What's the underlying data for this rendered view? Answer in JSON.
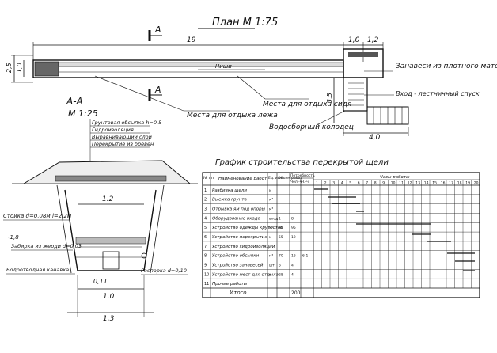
{
  "plan": {
    "title": "План М 1:75",
    "section_marker": "А",
    "dims": {
      "total_length": "19",
      "d_right1": "1,0",
      "d_right2": "1,2",
      "d_height1": "2,5",
      "d_height2": "1,0",
      "d_vertical": "3,5",
      "d_bottom": "4,0"
    },
    "niche_label": "Ниши",
    "callouts": {
      "curtains": "Занавеси из плотного материала",
      "entrance": "Вход - лестничный спуск",
      "lying_rest": "Места для отдыха лежа",
      "sitting_rest": "Места для отдыха сидя",
      "water_well": "Водосборный колодец"
    }
  },
  "section": {
    "title": "А-А",
    "scale": "М 1:25",
    "layers": [
      "Грунтовая обсыпка h=0.5",
      "Гидроизоляция",
      "Выравнивающий слой",
      "Перекрытие из бревен"
    ],
    "dims": {
      "top_width": "1.2",
      "mid_width": "1.0",
      "base_width": "1,3",
      "small": "0,11"
    },
    "labels": {
      "post": "Стойка d=0,08м l=2,2м",
      "level": "-1,8",
      "pole_fill": "Забирка из жерди d=0,03",
      "drain": "Водоотводная канавка",
      "brace": "Распорка d=0,10"
    }
  },
  "schedule": {
    "title": "График строительства перекрытой щели",
    "col_headers": {
      "num": "№ пп",
      "name": "Наименование работ",
      "unit": "Ед. изм.",
      "volume": "Объем работ",
      "labor": "Потребность",
      "days": "Часы работы"
    },
    "labor_sub": [
      "Чел.-ч",
      "Ч.-ч"
    ],
    "hours": [
      "1",
      "2",
      "3",
      "4",
      "5",
      "6",
      "7",
      "8",
      "9",
      "10",
      "11",
      "12",
      "13",
      "14",
      "15",
      "16",
      "17",
      "18",
      "19",
      "20"
    ],
    "rows": [
      {
        "n": "1",
        "name": "Разбивка щели",
        "unit": "м",
        "vol": "",
        "a": "",
        "b": ""
      },
      {
        "n": "2",
        "name": "Выемка грунта",
        "unit": "м³",
        "vol": "",
        "a": "",
        "b": ""
      },
      {
        "n": "3",
        "name": "Отрывка ям под опоры",
        "unit": "м³",
        "vol": "",
        "a": "",
        "b": ""
      },
      {
        "n": "4",
        "name": "Оборудование входа",
        "unit": "вход",
        "vol": "1",
        "a": "8",
        "b": ""
      },
      {
        "n": "5",
        "name": "Устройство одежды крутостей",
        "unit": "м²",
        "vol": "95",
        "a": "95",
        "b": ""
      },
      {
        "n": "6",
        "name": "Устройство перекрытия",
        "unit": "м",
        "vol": "55",
        "a": "12",
        "b": ""
      },
      {
        "n": "7",
        "name": "Устройство гидроизоляции",
        "unit": "",
        "vol": "",
        "a": "",
        "b": ""
      },
      {
        "n": "8",
        "name": "Устройство обсыпки",
        "unit": "м³",
        "vol": "70",
        "a": "16",
        "b": "6-1"
      },
      {
        "n": "9",
        "name": "Устройство занавесей",
        "unit": "шт",
        "vol": "5",
        "a": "4",
        "b": ""
      },
      {
        "n": "10",
        "name": "Устройство мест для отдыха",
        "unit": "м",
        "vol": "28",
        "a": "4",
        "b": ""
      },
      {
        "n": "11",
        "name": "Прочие работы",
        "unit": "",
        "vol": "",
        "a": "",
        "b": ""
      }
    ],
    "total_label": "Итого",
    "total_value": "200"
  }
}
